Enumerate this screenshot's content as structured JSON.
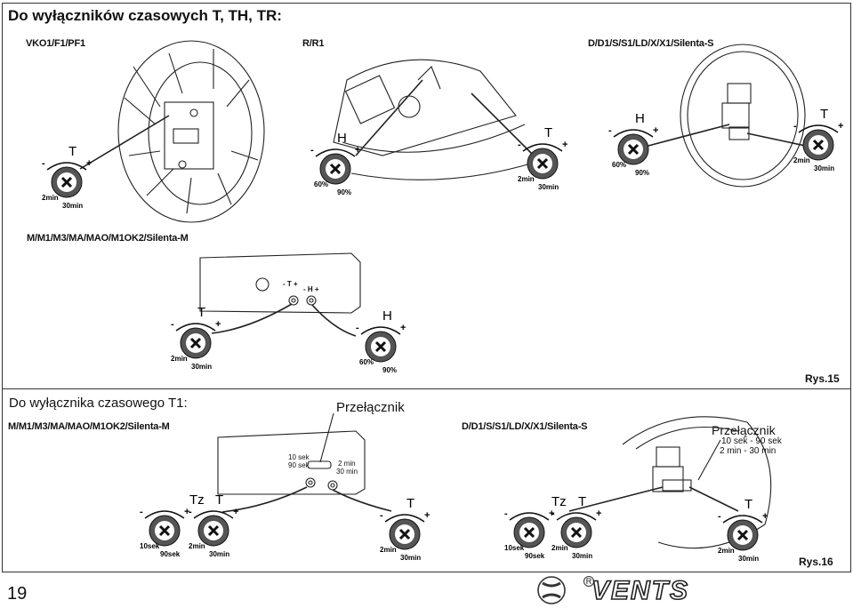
{
  "top": {
    "title": "Do wyłączników czasowych T, TH, TR:",
    "models": {
      "vko": "VKO1/F1/PF1",
      "r": "R/R1",
      "d": "D/D1/S/S1/LD/X/X1/Silenta-S",
      "m": "M/M1/M3/MA/MAO/M1OK2/Silenta-M"
    },
    "fig": "Rys.15"
  },
  "bottom": {
    "title": "Do wyłącznika czasowego T1:",
    "models": {
      "m": "M/M1/M3/MA/MAO/M1OK2/Silenta-M",
      "d": "D/D1/S/S1/LD/X/X1/Silenta-S"
    },
    "switch_label": "Przełącznik",
    "switch_left": [
      "10 sek",
      "90 sek"
    ],
    "switch_right": [
      "2 min",
      "30 min"
    ],
    "switch_range": [
      "10 sek - 90 sek",
      "2 min - 30 min"
    ],
    "fig": "Rys.16"
  },
  "knobs": {
    "T": "T",
    "H": "H",
    "Tz": "Tz",
    "minus": "-",
    "plus": "+",
    "t_min": "2min",
    "t_max": "30min",
    "h_min": "60%",
    "h_max": "90%",
    "tz_min": "10sek",
    "tz_max": "90sek"
  },
  "device_labels": {
    "t": "- T +",
    "h": "- H +"
  },
  "page_number": "19",
  "brand": "VENTS",
  "brand_mark": "R"
}
